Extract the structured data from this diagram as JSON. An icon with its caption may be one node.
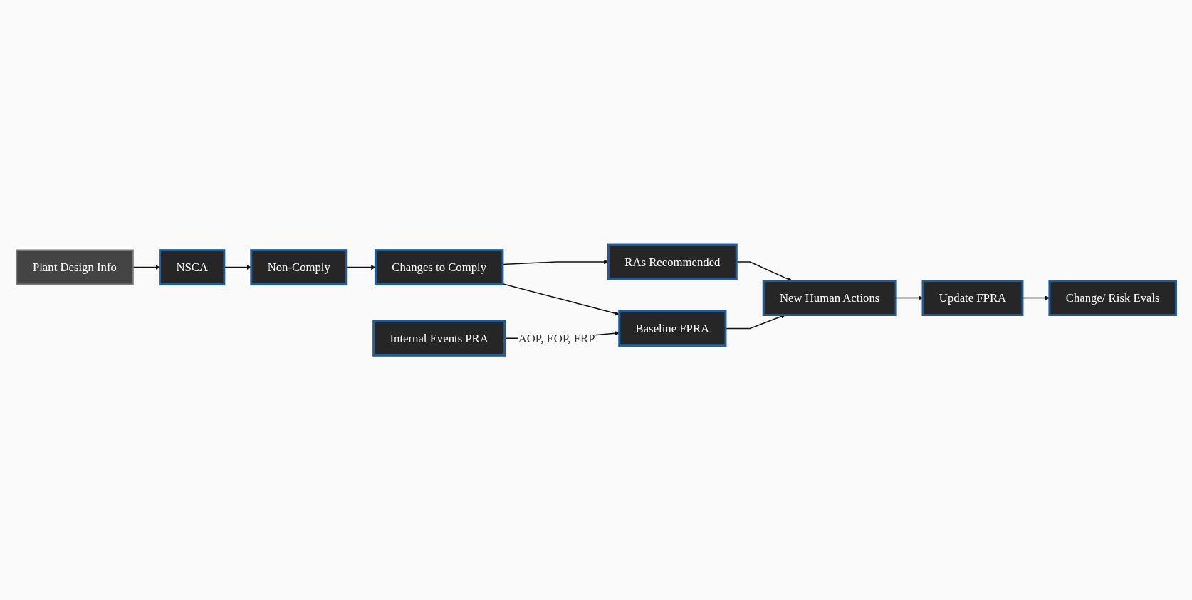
{
  "diagram": {
    "nodes": [
      {
        "text": [
          "Plant Design Info"
        ]
      },
      {
        "text": [
          "NSCA"
        ]
      },
      {
        "text": [
          "Non-Comply"
        ]
      },
      {
        "text": [
          "Changes to Comply"
        ]
      },
      {
        "text": [
          "RAs Recommended"
        ]
      },
      {
        "text": [
          "Baseline FPRA"
        ]
      },
      {
        "text": [
          "New Human Actions"
        ]
      },
      {
        "text": [
          "Update FPRA"
        ]
      },
      {
        "text": [
          "Change/ Risk Evals"
        ]
      },
      {
        "text": [
          "Internal Events PRA"
        ]
      }
    ],
    "edges": [
      {
        "from": 0,
        "to": 1,
        "arrow": "to"
      },
      {
        "from": 1,
        "to": 2,
        "arrow": "to"
      },
      {
        "from": 2,
        "to": 3,
        "arrow": "to"
      },
      {
        "from": 3,
        "to": 4,
        "arrow": "to"
      },
      {
        "from": 3,
        "to": 5,
        "arrow": "to"
      },
      {
        "from": 4,
        "to": 6,
        "arrow": "to"
      },
      {
        "from": 5,
        "to": 6,
        "arrow": "to"
      },
      {
        "from": 6,
        "to": 7,
        "arrow": "to"
      },
      {
        "from": 7,
        "to": 8,
        "arrow": "to"
      },
      {
        "from": 9,
        "to": 5,
        "label": "AOP, EOP, FRP",
        "arrow": "to"
      }
    ]
  }
}
